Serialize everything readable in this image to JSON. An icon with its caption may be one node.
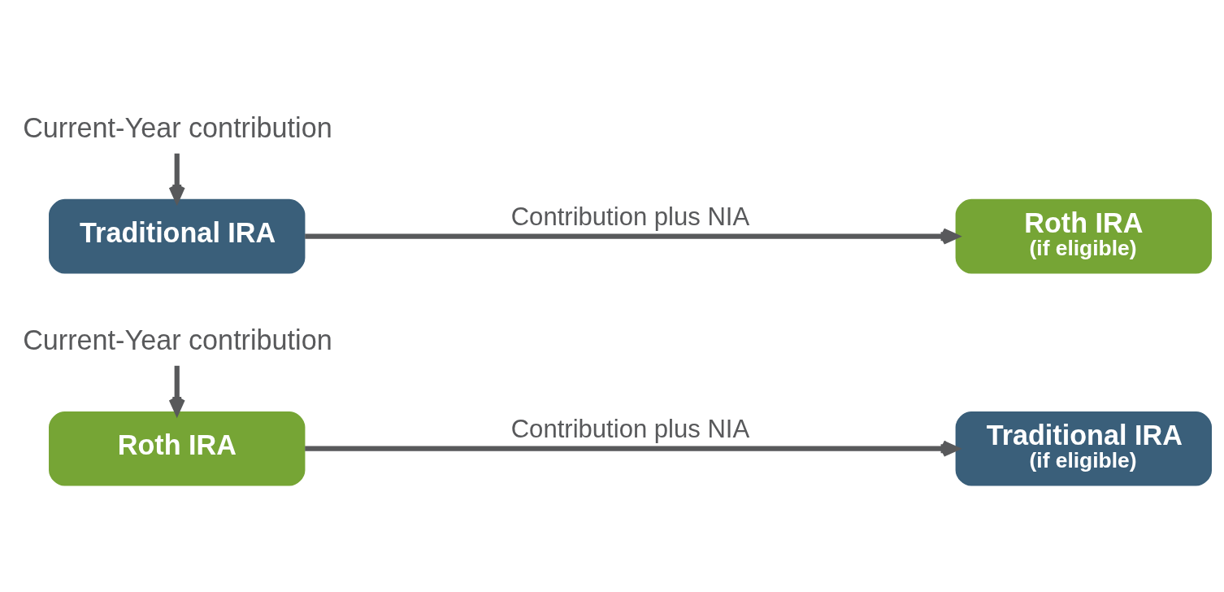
{
  "diagram": {
    "nodes": [
      {
        "text": [
          "Current-Year contribution"
        ]
      },
      {
        "text": [
          "Traditional IRA"
        ]
      },
      {
        "text": [
          "Roth IRA",
          "(if eligible)"
        ]
      },
      {
        "text": [
          "Current-Year contribution"
        ]
      },
      {
        "text": [
          "Roth IRA"
        ]
      },
      {
        "text": [
          "Traditional IRA",
          "(if eligible)"
        ]
      }
    ],
    "edges": [
      {
        "from": 0,
        "to": 1,
        "arrow": "to"
      },
      {
        "from": 1,
        "to": 2,
        "arrow": "to",
        "label": "Contribution plus NIA"
      },
      {
        "from": 3,
        "to": 4,
        "arrow": "to"
      },
      {
        "from": 4,
        "to": 5,
        "arrow": "to",
        "label": "Contribution plus NIA"
      }
    ]
  }
}
